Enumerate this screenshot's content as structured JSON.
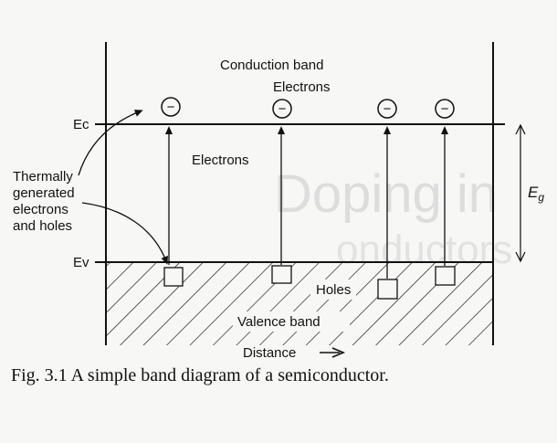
{
  "labels": {
    "conduction_band": "Conduction band",
    "electrons_top": "Electrons",
    "electrons_mid": "Electrons",
    "ec": "Ec",
    "ev": "Ev",
    "thermal_lines": [
      "Thermally",
      "generated",
      "electrons",
      "and holes"
    ],
    "holes": "Holes",
    "valence_band": "Valence band",
    "distance": "Distance",
    "eg_symbol": "E",
    "eg_subscript": "g"
  },
  "electron_symbol": "−",
  "caption": "Fig. 3.1  A simple band diagram of a semiconductor.",
  "ghost_text": [
    "Doping in",
    "onductors"
  ],
  "colors": {
    "ink": "#111111",
    "paper": "#f7f7f5",
    "ghost": "#d9d9d9"
  }
}
